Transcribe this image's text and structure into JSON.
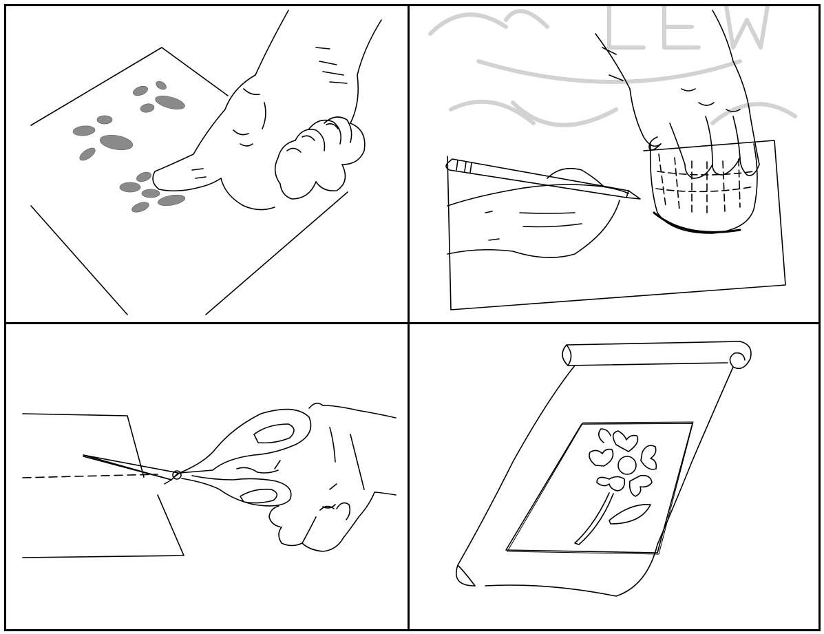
{
  "panels": [
    {
      "id": "fingerprint-on-paper",
      "icon": "fingerprint-stamping-illustration"
    },
    {
      "id": "trace-around-jar",
      "icon": "pencil-tracing-illustration"
    },
    {
      "id": "cut-along-line",
      "icon": "scissors-cutting-illustration"
    },
    {
      "id": "flower-stencil-scroll",
      "icon": "flower-stencil-illustration"
    }
  ],
  "watermark": {
    "text": "",
    "color": "#c8c8c8"
  },
  "colors": {
    "line": "#000000",
    "fingerprint": "#8a8a8a",
    "background": "#ffffff"
  }
}
